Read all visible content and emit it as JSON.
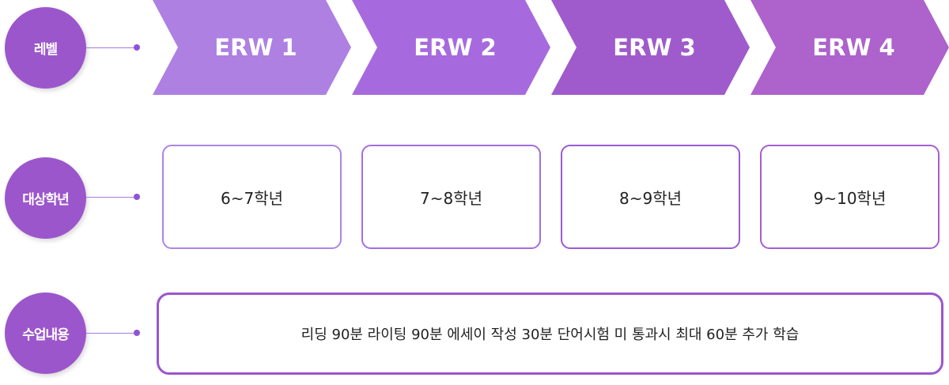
{
  "rows": [
    {
      "label": "레벨"
    },
    {
      "label": "대상학년"
    },
    {
      "label": "수업내용"
    }
  ],
  "levels": [
    {
      "label": "ERW 1",
      "color": "#ad80e2",
      "grade": "6~7학년",
      "border": "#ad85e6"
    },
    {
      "label": "ERW 2",
      "color": "#a66ade",
      "grade": "7~8학년",
      "border": "#a36ddf"
    },
    {
      "label": "ERW 3",
      "color": "#9f5bcc",
      "grade": "8~9학년",
      "border": "#9a5bd4"
    },
    {
      "label": "ERW 4",
      "color": "#ad62cc",
      "grade": "9~10학년",
      "border": "#a55ed2"
    }
  ],
  "content": "리딩 90분 라이팅 90분 에세이 작성 30분 단어시험 미 통과시 최대 60분 추가 학습"
}
